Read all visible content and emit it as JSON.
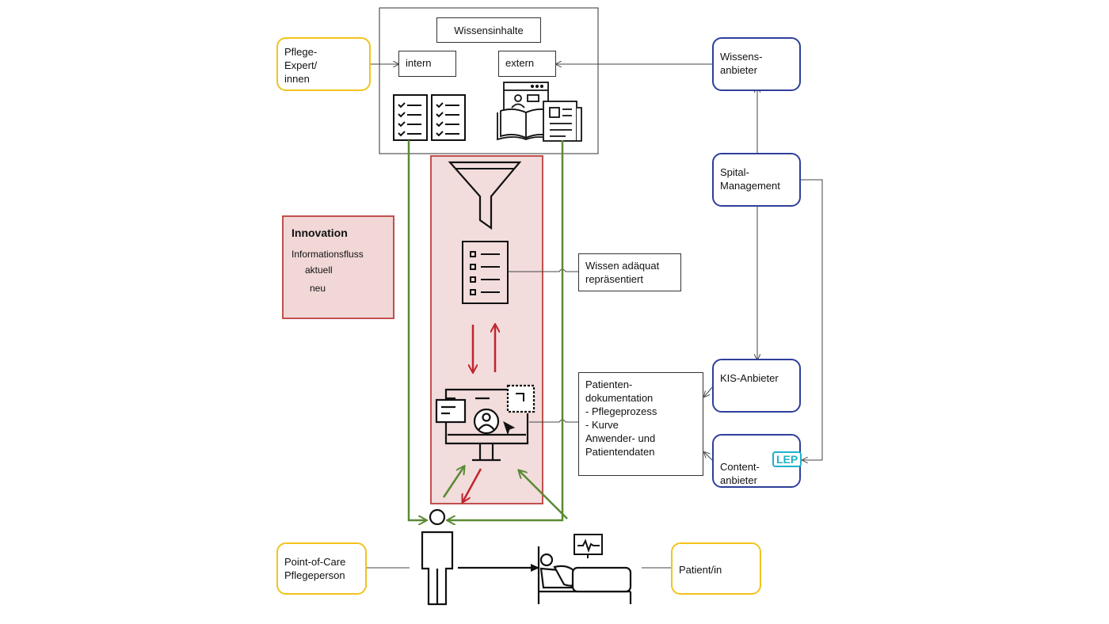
{
  "wissen_box": {
    "title": "Wissensinhalte",
    "intern": "intern",
    "extern": "extern"
  },
  "nodes": {
    "pflege_expert": "Pflege-\nExpert/\ninnen",
    "wissensanbieter": "Wissens-\nanbieter",
    "spital_management": "Spital-\nManagement",
    "kis_anbieter": "KIS-Anbieter",
    "content_anbieter": "Content-\nanbieter",
    "point_of_care": "Point-of-Care\nPflegeperson",
    "patient": "Patient/in",
    "wissen_repr": "Wissen adäquat\nrepräsentiert",
    "patientendoku": "Patienten-\ndokumentation\n- Pflegeprozess\n- Kurve\nAnwender- und\nPatientendaten"
  },
  "lep_logo": "LEP",
  "legend": {
    "title": "Innovation",
    "subtitle": "Informationsfluss",
    "current": "aktuell",
    "new": "neu"
  },
  "colors": {
    "green": "#5a8a35",
    "red": "#c0262d",
    "yellow_border": "#f2c31c",
    "blue_border": "#2f3f9a",
    "panel_fill": "#f2dcdc",
    "panel_border": "#c0504d",
    "lep": "#1bb3c9"
  },
  "icons": [
    "checklist-icon",
    "document-icon",
    "book-icon",
    "funnel-icon",
    "list-icon",
    "monitor-user-icon",
    "person-icon",
    "patient-bed-icon",
    "heart-monitor-icon"
  ]
}
